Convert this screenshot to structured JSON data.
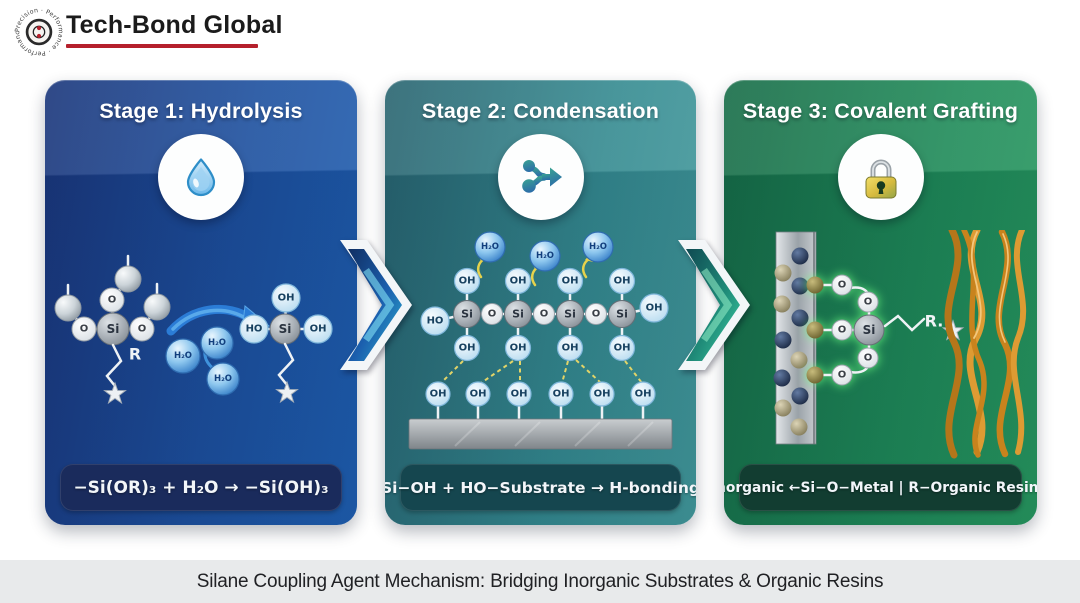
{
  "header": {
    "brand": "Tech-Bond Global",
    "badge_text": "Precision · Performance · Performance ·"
  },
  "caption": "Silane Coupling Agent Mechanism: Bridging Inorganic Substrates & Organic Resins",
  "colors": {
    "accent_red": "#b5202c",
    "panel1": "#1c4f9e",
    "panel2": "#348a90",
    "panel3": "#1e8a58",
    "h2o_bubble": "#3f86cc",
    "bond_white": "#eef2f5",
    "resin_orange": "#d2891f"
  },
  "stages": [
    {
      "title": "Stage 1: Hydrolysis",
      "icon": "water-drop",
      "formula": "−Si(OR)₃ + H₂O → −Si(OH)₃",
      "labels": {
        "si": "Si",
        "o": "O",
        "oh": "OH",
        "ho": "HO",
        "r": "R",
        "h2o": "H₂O"
      }
    },
    {
      "title": "Stage 2: Condensation",
      "icon": "merge-arrows",
      "formula": "Si−OH + HO−Substrate → H-bonding",
      "labels": {
        "si": "Si",
        "o": "O",
        "oh": "OH",
        "ho": "HO",
        "h2o": "H₂O"
      }
    },
    {
      "title": "Stage 3: Covalent Grafting",
      "icon": "padlock",
      "formula": "Inorganic ←Si−O−Metal | R−Organic Resin→",
      "labels": {
        "si": "Si",
        "o": "O",
        "r": "R."
      }
    }
  ]
}
